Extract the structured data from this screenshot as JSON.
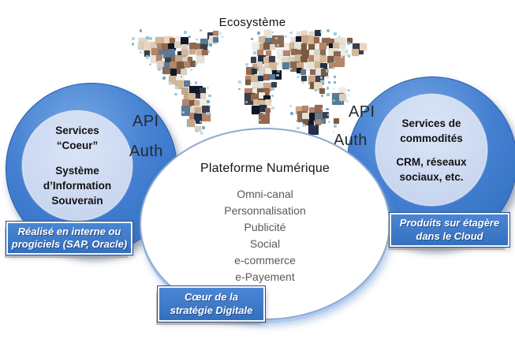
{
  "header": {
    "title": "Ecosystème"
  },
  "left_circle": {
    "api_label": "API",
    "auth_label": "Auth",
    "inner_line1": "Services\n“Coeur”",
    "inner_line2": "Système\nd’Information\nSouverain"
  },
  "right_circle": {
    "api_label": "API",
    "auth_label": "Auth",
    "inner_line1": "Services de\ncommodités",
    "inner_line2": "CRM, réseaux\nsociaux, etc."
  },
  "platform": {
    "title": "Plateforme Numérique",
    "items": [
      "Omni-canal",
      "Personnalisation",
      "Publicité",
      "Social",
      "e-commerce",
      "e-Payement"
    ]
  },
  "callouts": {
    "left": "Réalisé en interne ou\nprogiciels (SAP, Oracle)",
    "right": "Produits sur étagère\ndans le Cloud",
    "bottom": "Cœur de la\nstratégie Digitale"
  },
  "colors": {
    "circle_blue": "#4580d2",
    "circle_blue_dark": "#2d66b8",
    "inner_circle_fill": "#ccd9f1",
    "callout_fill_top": "#4a86d4",
    "callout_fill_bottom": "#3470bd",
    "ellipse_border": "#8fa9cf",
    "ellipse_glow": "#aecbf0",
    "list_text": "#595959"
  },
  "map": {
    "name": "world-photo-collage",
    "photo_palette": [
      "#22314a",
      "#101826",
      "#c9a689",
      "#e7e1d6",
      "#d8cfc0",
      "#8a6a52",
      "#b5846b",
      "#5a7a96",
      "#d4b896",
      "#3a3f4a",
      "#e8d5c4",
      "#96684e",
      "#f0ece4",
      "#7c5a42"
    ],
    "dot_palette": [
      "#7ab8d4",
      "#a8d0e0",
      "#5a9ec0",
      "#bcd9ea",
      "#89c2dc"
    ]
  }
}
